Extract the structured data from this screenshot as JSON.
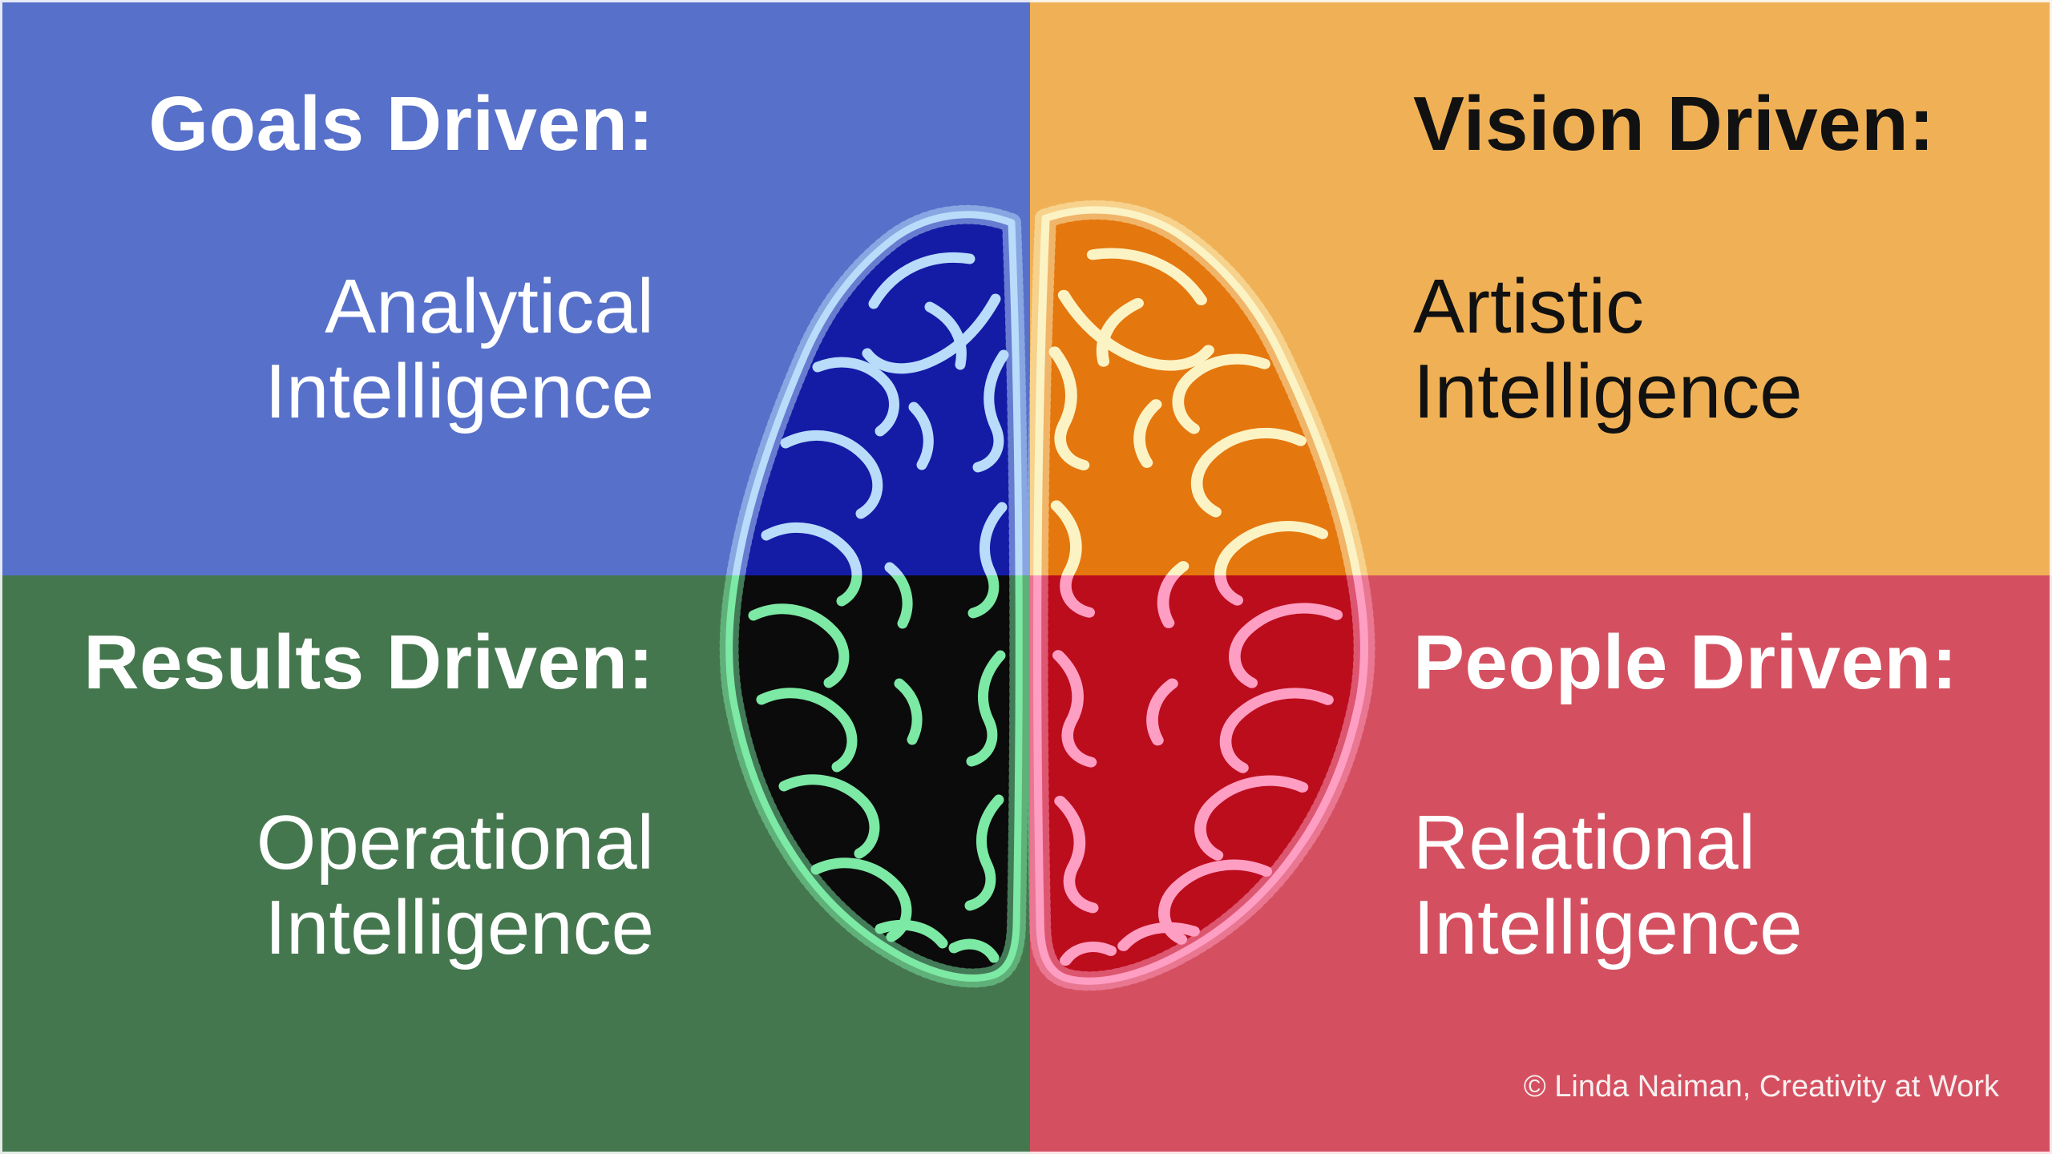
{
  "quadrants": {
    "top_left": {
      "title": "Goals Driven:",
      "subtitle_line1": "Analytical",
      "subtitle_line2": "Intelligence",
      "bg": "#5770C9",
      "fg": "#FFFFFF"
    },
    "top_right": {
      "title": "Vision Driven:",
      "subtitle_line1": "Artistic",
      "subtitle_line2": "Intelligence",
      "bg": "#F0B156",
      "fg": "#111111"
    },
    "bottom_left": {
      "title": "Results Driven:",
      "subtitle_line1": "Operational",
      "subtitle_line2": "Intelligence",
      "bg": "#45774F",
      "fg": "#FFFFFF"
    },
    "bottom_right": {
      "title": "People Driven:",
      "subtitle_line1": "Relational",
      "subtitle_line2": "Intelligence",
      "bg": "#D45060",
      "fg": "#FFFFFF"
    }
  },
  "brain": {
    "top_left": {
      "fill": "#141CA6",
      "outline": "#B9DCFA"
    },
    "top_right": {
      "fill": "#E4770E",
      "outline": "#FCF3C4"
    },
    "bottom_left": {
      "fill": "#0B0B0B",
      "outline": "#7CE9A4"
    },
    "bottom_right": {
      "fill": "#BC0D1D",
      "outline": "#FE9EC3"
    }
  },
  "credit": {
    "text": "© Linda Naiman, Creativity at Work",
    "color": "#F7EFF0"
  }
}
